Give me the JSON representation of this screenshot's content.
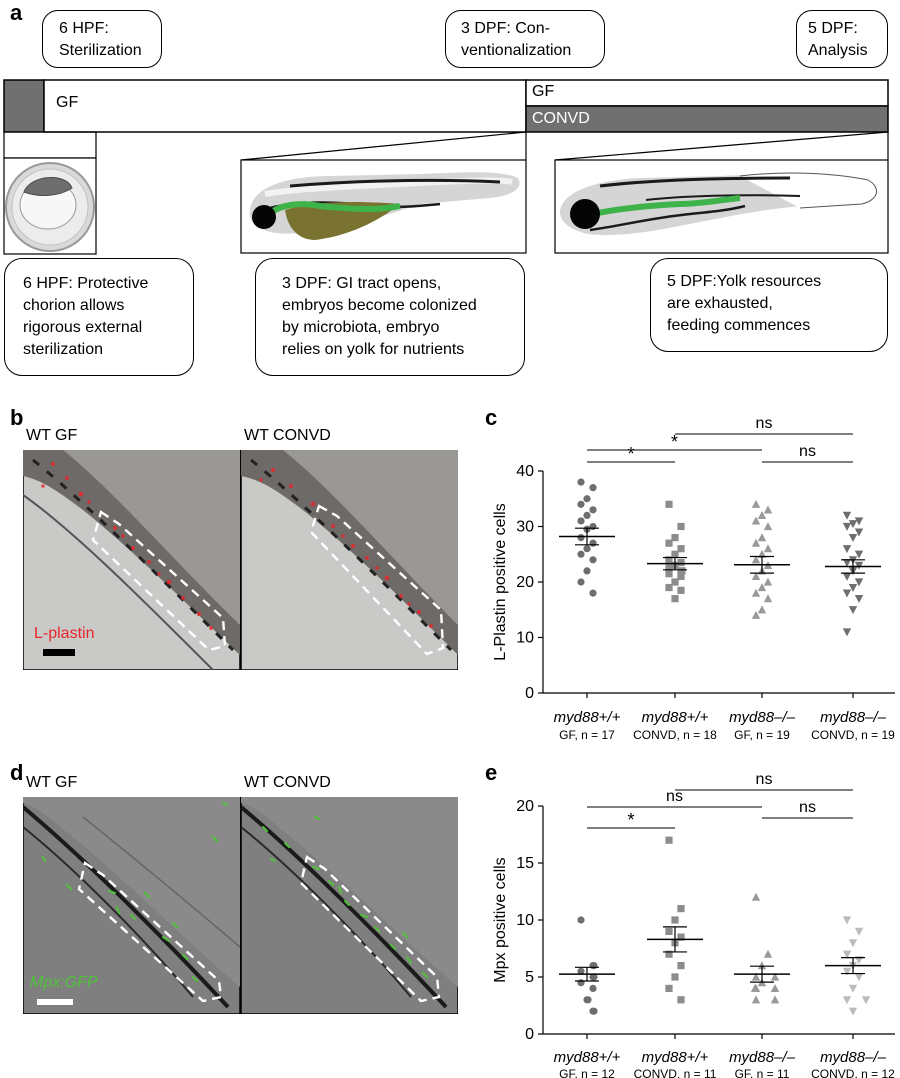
{
  "panel_a": {
    "letter": "a",
    "stages": [
      {
        "lines": [
          "6 HPF:",
          "Sterilization"
        ]
      },
      {
        "lines": [
          "3 DPF: Con-",
          "ventionalization"
        ]
      },
      {
        "lines": [
          "5 DPF:",
          "Analysis"
        ]
      }
    ],
    "bar_labels": {
      "gf_main": "GF",
      "gf_after": "GF",
      "convd": "CONVD"
    },
    "notes": [
      {
        "lines": [
          "6 HPF: Protective",
          "chorion allows",
          "rigorous external",
          "sterilization"
        ]
      },
      {
        "lines": [
          "3 DPF: GI tract opens,",
          "embryos become colonized",
          "by microbiota, embryo",
          "relies on yolk for nutrients"
        ]
      },
      {
        "lines": [
          "5 DPF:Yolk resources",
          "are exhausted,",
          "feeding commences"
        ]
      }
    ],
    "colors": {
      "bar_dark": "#707070",
      "gut_green": "#3db34a",
      "yolk": "#7a7230"
    }
  },
  "panel_b": {
    "letter": "b",
    "left_title": "WT GF",
    "right_title": "WT CONVD",
    "stain_label": "L-plastin",
    "stain_color": "#e8262b"
  },
  "panel_d": {
    "letter": "d",
    "left_title": "WT GF",
    "right_title": "WT CONVD",
    "stain_label": "Mpx:GFP",
    "stain_color": "#4fc239"
  },
  "chart_data": [
    {
      "panel": "c",
      "type": "scatter",
      "ylabel": "L-Plastin positive cells",
      "ylim": [
        0,
        40
      ],
      "yticks": [
        0,
        10,
        20,
        30,
        40
      ],
      "categories": [
        {
          "genotype": "myd88+/+",
          "condition": "GF, n = 17",
          "marker": "circle",
          "color": "#6e6e6e",
          "mean": 28.2,
          "sem": 1.5,
          "values": [
            38,
            37,
            35,
            34,
            33,
            32,
            31,
            30,
            29.5,
            28,
            27,
            26,
            25,
            24,
            22,
            20,
            18
          ]
        },
        {
          "genotype": "myd88+/+",
          "condition": "CONVD, n = 18",
          "marker": "square",
          "color": "#8c8c8c",
          "mean": 23.3,
          "sem": 1.1,
          "values": [
            34,
            30,
            28,
            27,
            26,
            25,
            24,
            23.5,
            23,
            22.5,
            22,
            22,
            21.5,
            21,
            20,
            19,
            18.5,
            17
          ]
        },
        {
          "genotype": "myd88–/–",
          "condition": "GF, n = 19",
          "marker": "triangle-up",
          "color": "#999999",
          "mean": 23.1,
          "sem": 1.5,
          "values": [
            34,
            33,
            32,
            31,
            30,
            28,
            27,
            26,
            25,
            24,
            23,
            22,
            21,
            20,
            19,
            18,
            17,
            15,
            14
          ]
        },
        {
          "genotype": "myd88–/–",
          "condition": "CONVD, n = 19",
          "marker": "triangle-down",
          "color": "#6e6e6e",
          "mean": 22.8,
          "sem": 1.2,
          "values": [
            32,
            31,
            30.5,
            30,
            29,
            28,
            26,
            25,
            24,
            23.5,
            23,
            22,
            21,
            20,
            19,
            18,
            17,
            15,
            11
          ]
        }
      ],
      "comparisons": [
        {
          "from": 0,
          "to": 1,
          "label": "*"
        },
        {
          "from": 0,
          "to": 2,
          "label": "*"
        },
        {
          "from": 1,
          "to": 3,
          "label": "ns"
        },
        {
          "from": 2,
          "to": 3,
          "label": "ns"
        }
      ]
    },
    {
      "panel": "e",
      "type": "scatter",
      "ylabel": "Mpx positive cells",
      "ylim": [
        0,
        20
      ],
      "yticks": [
        0,
        5,
        10,
        15,
        20
      ],
      "categories": [
        {
          "genotype": "myd88+/+",
          "condition": "GF, n = 12",
          "marker": "circle",
          "color": "#6e6e6e",
          "mean": 5.25,
          "sem": 0.6,
          "values": [
            10,
            6,
            6,
            5.5,
            5,
            5,
            4.5,
            4,
            3,
            3,
            2,
            2
          ]
        },
        {
          "genotype": "myd88+/+",
          "condition": "CONVD, n = 11",
          "marker": "square",
          "color": "#8c8c8c",
          "mean": 8.3,
          "sem": 1.1,
          "values": [
            17,
            11,
            10,
            9,
            8.5,
            8,
            7,
            6,
            5,
            4,
            3
          ]
        },
        {
          "genotype": "myd88–/–",
          "condition": "GF, n = 11",
          "marker": "triangle-up",
          "color": "#999999",
          "mean": 5.25,
          "sem": 0.7,
          "values": [
            12,
            7,
            6,
            5,
            5,
            4.5,
            4,
            4,
            4,
            3,
            3
          ]
        },
        {
          "genotype": "myd88–/–",
          "condition": "CONVD, n = 12",
          "marker": "triangle-down",
          "color": "#bbbbbb",
          "mean": 6.0,
          "sem": 0.7,
          "values": [
            10,
            9,
            8,
            7,
            6.5,
            6,
            5.5,
            5,
            4,
            3,
            3,
            2
          ]
        }
      ],
      "comparisons": [
        {
          "from": 0,
          "to": 1,
          "label": "*"
        },
        {
          "from": 0,
          "to": 2,
          "label": "ns"
        },
        {
          "from": 1,
          "to": 3,
          "label": "ns"
        },
        {
          "from": 2,
          "to": 3,
          "label": "ns"
        }
      ]
    }
  ]
}
